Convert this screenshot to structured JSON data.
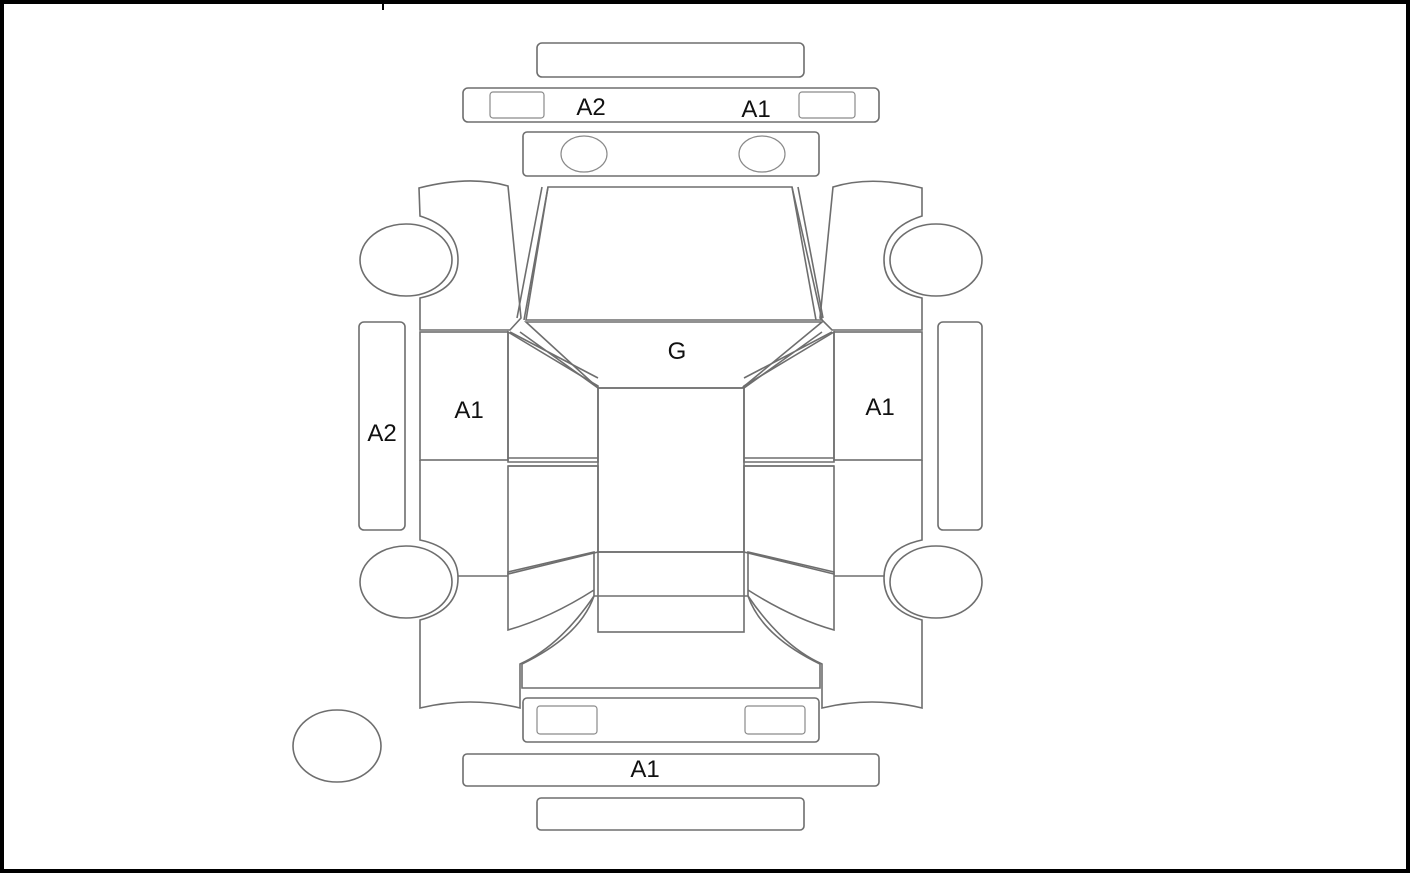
{
  "diagram": {
    "type": "vehicle-damage-chart",
    "marks": {
      "front_bumper_left": "A2",
      "front_bumper_right": "A1",
      "hood": "G",
      "left_side_door": "A1",
      "left_side_sill": "A2",
      "right_side_door": "A1",
      "rear_bumper": "A1"
    },
    "colors": {
      "outline": "#6e6e6e",
      "text": "#111111",
      "frame": "#000000"
    }
  }
}
